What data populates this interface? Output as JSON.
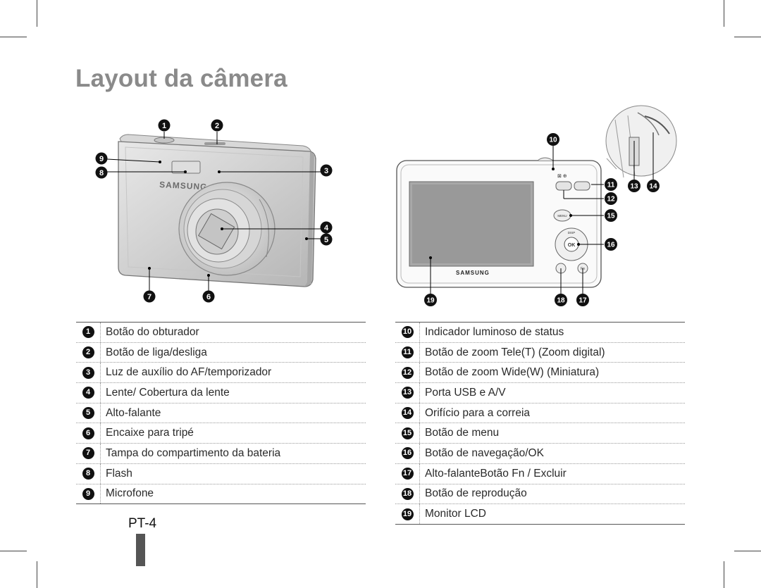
{
  "page": {
    "title": "Layout da câmera",
    "page_number": "PT-4"
  },
  "front_callouts": [
    "1",
    "2",
    "9",
    "8",
    "3",
    "4",
    "5",
    "7",
    "6"
  ],
  "back_callouts": [
    "10",
    "11",
    "12",
    "13",
    "14",
    "15",
    "16",
    "18",
    "17",
    "19"
  ],
  "camera_text": {
    "brand_front": "SAMSUNG",
    "brand_back": "SAMSUNG",
    "ok": "OK",
    "disp": "DISP",
    "menu": "MENU",
    "fn": "Fn"
  },
  "legend_left": [
    {
      "num": "1",
      "label": "Botão do obturador"
    },
    {
      "num": "2",
      "label": "Botão de liga/desliga"
    },
    {
      "num": "3",
      "label": "Luz de auxílio do AF/temporizador"
    },
    {
      "num": "4",
      "label": "Lente/ Cobertura da lente"
    },
    {
      "num": "5",
      "label": "Alto-falante"
    },
    {
      "num": "6",
      "label": "Encaixe para tripé"
    },
    {
      "num": "7",
      "label": "Tampa do compartimento da bateria"
    },
    {
      "num": "8",
      "label": "Flash"
    },
    {
      "num": "9",
      "label": "Microfone"
    }
  ],
  "legend_right": [
    {
      "num": "10",
      "label": "Indicador luminoso de status"
    },
    {
      "num": "11",
      "label": "Botão de zoom Tele(T) (Zoom digital)"
    },
    {
      "num": "12",
      "label": "Botão de zoom Wide(W) (Miniatura)"
    },
    {
      "num": "13",
      "label": "Porta USB e A/V"
    },
    {
      "num": "14",
      "label": "Orifício para a correia"
    },
    {
      "num": "15",
      "label": "Botão de menu"
    },
    {
      "num": "16",
      "label": "Botão de navegação/OK"
    },
    {
      "num": "17",
      "label": "Alto-falanteBotão Fn / Excluir"
    },
    {
      "num": "18",
      "label": "Botão de reprodução"
    },
    {
      "num": "19",
      "label": "Monitor LCD"
    }
  ]
}
